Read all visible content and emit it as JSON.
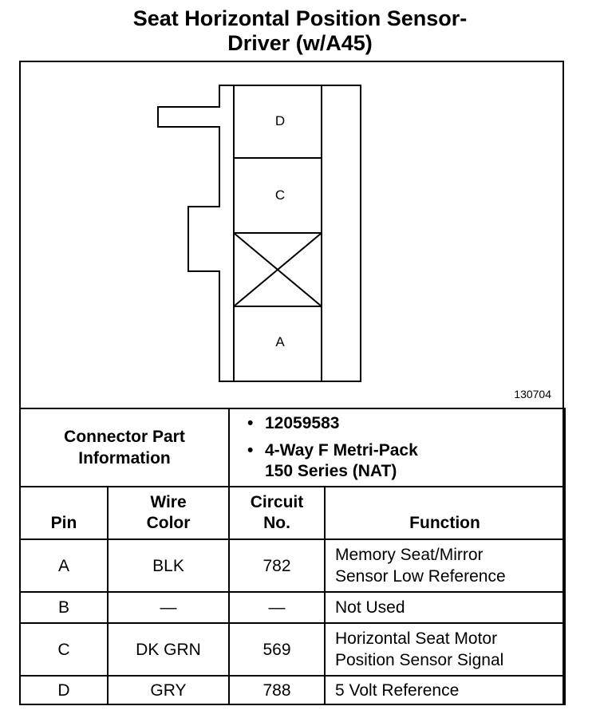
{
  "title": {
    "line1": "Seat Horizontal Position Sensor-",
    "line2": "Driver (w/A45)"
  },
  "diagram": {
    "cavities": [
      "D",
      "C",
      "A"
    ],
    "figure_number": "130704"
  },
  "connector_info": {
    "label_line1": "Connector Part",
    "label_line2": "Information",
    "part_number": "12059583",
    "description_line1": "4-Way F Metri-Pack",
    "description_line2": "150 Series (NAT)"
  },
  "table": {
    "headers": {
      "pin": "Pin",
      "wire_color_line1": "Wire",
      "wire_color_line2": "Color",
      "circuit_line1": "Circuit",
      "circuit_line2": "No.",
      "function": "Function"
    },
    "rows": [
      {
        "pin": "A",
        "wire": "BLK",
        "circuit": "782",
        "function_line1": "Memory Seat/Mirror",
        "function_line2": "Sensor Low Reference"
      },
      {
        "pin": "B",
        "wire": "—",
        "circuit": "—",
        "function_line1": "Not Used",
        "function_line2": ""
      },
      {
        "pin": "C",
        "wire": "DK GRN",
        "circuit": "569",
        "function_line1": "Horizontal Seat Motor",
        "function_line2": "Position Sensor Signal"
      },
      {
        "pin": "D",
        "wire": "GRY",
        "circuit": "788",
        "function_line1": "5 Volt Reference",
        "function_line2": ""
      }
    ]
  }
}
